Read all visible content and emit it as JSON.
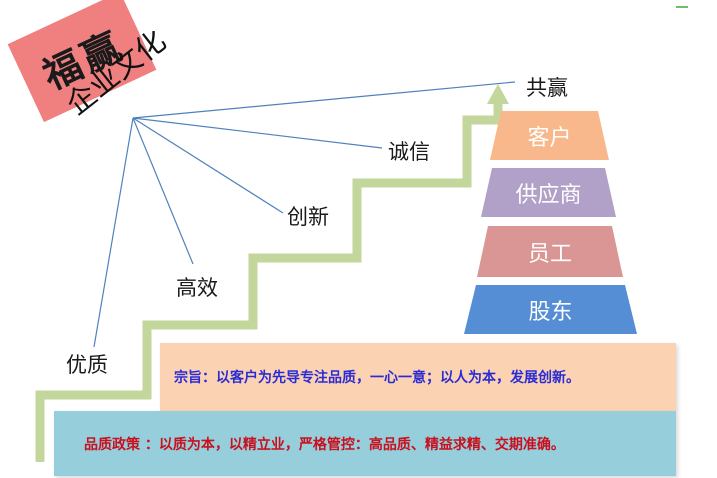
{
  "brand": {
    "text": "福赢"
  },
  "culture_title": "企业文化",
  "steps": [
    {
      "label": "优质"
    },
    {
      "label": "高效"
    },
    {
      "label": "创新"
    },
    {
      "label": "诚信"
    }
  ],
  "pyramid": {
    "top_label": "共赢",
    "levels": [
      {
        "label": "客户",
        "color": "#f8b88b"
      },
      {
        "label": "供应商",
        "color": "#b1a0c7"
      },
      {
        "label": "员工",
        "color": "#da9694"
      },
      {
        "label": "股东",
        "color": "#558ed5"
      }
    ]
  },
  "banners": {
    "mission": "宗旨：以客户为先导专注品质，一心一意；以人为本，发展创新。",
    "quality_policy": "品质政策 ：以质为本，以精立业，严格管控：高品质、精益求精、交期准确。"
  },
  "colors": {
    "staircase": "#c3d69b",
    "lines": "#4f81bd",
    "mission_bg": "#fbd3b3",
    "policy_bg": "#96cedb",
    "brand_bg": "#f08080"
  }
}
